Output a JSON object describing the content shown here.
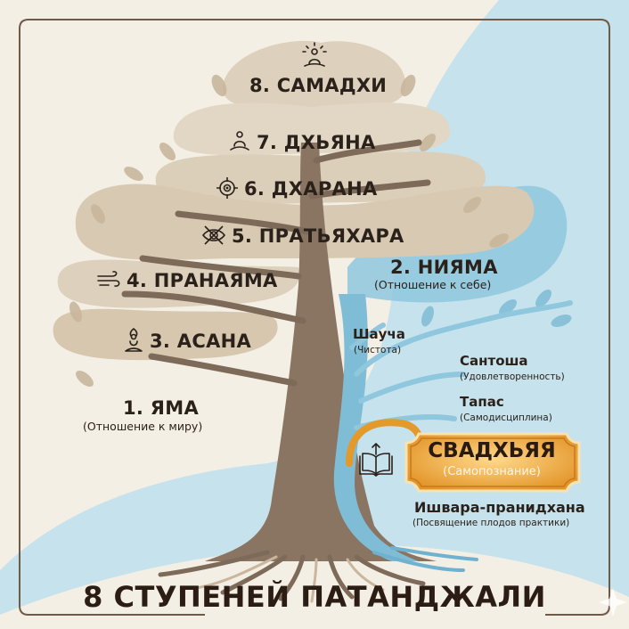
{
  "title": "8 СТУПЕНЕЙ ПАТАНДЖАЛИ",
  "colors": {
    "background": "#f4efe5",
    "canopy": "#ddd0bc",
    "trunk": "#8a7563",
    "blue": "#bfe0ec",
    "blue_dark": "#7fbcd6",
    "gold": "#d98a1c",
    "text": "#2b211b"
  },
  "steps": [
    {
      "number": 8,
      "label": "8. САМАДХИ",
      "icon": "meditation-radiant-icon"
    },
    {
      "number": 7,
      "label": "7. ДХЬЯНА",
      "icon": "meditation-icon"
    },
    {
      "number": 6,
      "label": "6. ДХАРАНА",
      "icon": "target-focus-icon"
    },
    {
      "number": 5,
      "label": "5. ПРАТЬЯХАРА",
      "icon": "eye-crossed-icon"
    },
    {
      "number": 4,
      "label": "4. ПРАНАЯМА",
      "icon": "wind-breath-icon"
    },
    {
      "number": 3,
      "label": "3. АСАНА",
      "icon": "yoga-pose-icon"
    },
    {
      "number": 1,
      "label": "1. ЯМА",
      "subtitle": "(Отношение к миру)"
    }
  ],
  "niyama": {
    "label": "2. НИЯМА",
    "subtitle": "(Отношение к себе)",
    "items": [
      {
        "name": "Шауча",
        "meaning": "(Чистота)"
      },
      {
        "name": "Сантоша",
        "meaning": "(Удовлетворенность)"
      },
      {
        "name": "Тапас",
        "meaning": "(Самодисциплина)"
      },
      {
        "name": "СВАДХЬЯЯ",
        "meaning": "(Самопознание)",
        "highlighted": true,
        "icon": "open-book-icon"
      },
      {
        "name": "Ишвара-пранидхана",
        "meaning": "(Посвящение плодов практики)"
      }
    ]
  }
}
